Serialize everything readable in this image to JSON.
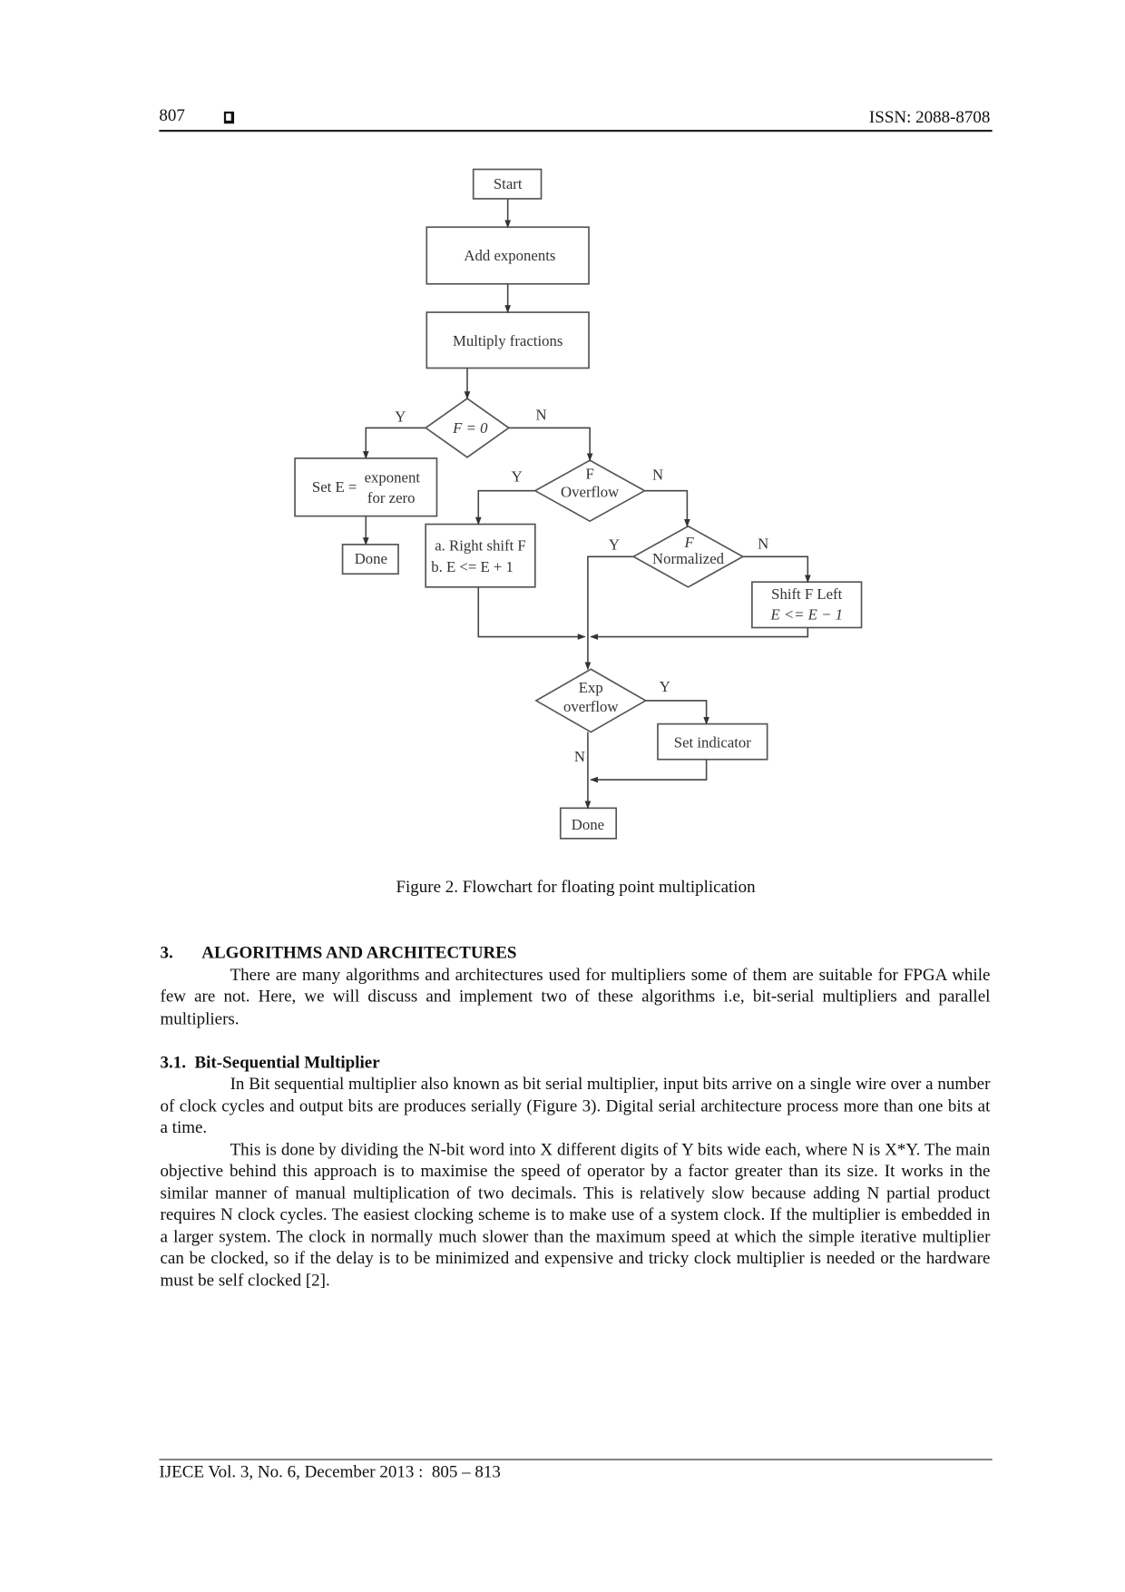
{
  "header": {
    "page_number": "807",
    "box_icon": "square-icon",
    "issn": "ISSN: 2088-8708"
  },
  "flowchart": {
    "start": "Start",
    "add_exponents": "Add exponents",
    "multiply_fractions": "Multiply fractions",
    "f_zero": "F = 0",
    "set_e_prefix": "Set E =",
    "set_e_line1": "exponent",
    "set_e_line2": "for zero",
    "done": "Done",
    "f_overflow_line1": "F",
    "f_overflow_line2": "Overflow",
    "right_shift_line1": "a. Right shift F",
    "right_shift_line2": "b. E <= E + 1",
    "f_normalized_line1": "F",
    "f_normalized_line2": "Normalized",
    "shift_left_line1": "Shift F Left",
    "shift_left_line2": "E <= E − 1",
    "exp_overflow_line1": "Exp",
    "exp_overflow_line2": "overflow",
    "set_indicator": "Set indicator",
    "yes": "Y",
    "no": "N"
  },
  "caption": "Figure 2. Flowchart for floating point multiplication",
  "section3": {
    "number": "3.",
    "title": "ALGORITHMS AND ARCHITECTURES",
    "paragraph": "There are many algorithms and architectures used for multipliers some of them are suitable for FPGA while few are not. Here, we will discuss and implement two of these algorithms i.e, bit-serial multipliers and parallel multipliers."
  },
  "section31": {
    "title": "3.1.  Bit-Sequential Multiplier",
    "paragraph1": "In Bit sequential multiplier also known as bit serial multiplier, input bits arrive on a single wire over a number of clock cycles and output bits are produces serially (Figure 3). Digital serial architecture process more than one bits at a time.",
    "paragraph2": "This is done by dividing the N-bit word into X different digits of Y bits wide each, where N is X*Y. The main objective behind this approach is to maximise the speed of operator by a factor greater than its size. It works in the similar manner of manual multiplication of two decimals. This is relatively slow because adding N partial product requires N clock cycles. The easiest clocking scheme is to make use of a system clock. If the multiplier is embedded in a larger system. The clock in normally much slower than the maximum speed at which the simple iterative multiplier can be clocked, so if the delay is to be minimized and expensive and tricky clock multiplier is needed or the hardware must be self clocked [2]."
  },
  "footer": {
    "text": "IJECE Vol. 3, No. 6, December 2013 :  805 – 813"
  }
}
